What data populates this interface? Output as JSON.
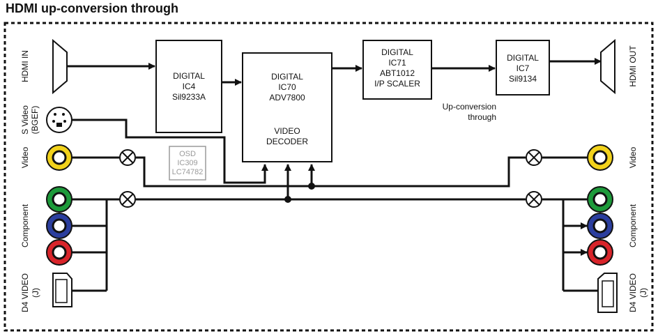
{
  "title": "HDMI up-conversion through",
  "chips": {
    "ic4": [
      "DIGITAL",
      "IC4",
      "Sil9233A"
    ],
    "ic70_top": [
      "DIGITAL",
      "IC70",
      "ADV7800"
    ],
    "ic70_bottom": [
      "VIDEO",
      "DECODER"
    ],
    "ic71": [
      "DIGITAL",
      "IC71",
      "ABT1012",
      "I/P SCALER"
    ],
    "ic7": [
      "DIGITAL",
      "IC7",
      "Sil9134"
    ],
    "osd": [
      "OSD",
      "IC309",
      "LC74782"
    ]
  },
  "labels": {
    "hdmi_in": "HDMI IN",
    "hdmi_out": "HDMI OUT",
    "svideo": "S Video",
    "svideo_sub": "(BGEF)",
    "video_left": "Video",
    "video_right": "Video",
    "component_left": "Component",
    "component_right": "Component",
    "d4_left": "D4 VIDEO",
    "d4_left_sub": "(J)",
    "d4_right": "D4 VIDEO",
    "d4_right_sub": "(J)",
    "upconv": [
      "Up-conversion",
      "through"
    ]
  },
  "colors": {
    "yellow": "#f2d21b",
    "green": "#1d9a3a",
    "blue": "#2b3e9e",
    "red": "#d8242a"
  }
}
